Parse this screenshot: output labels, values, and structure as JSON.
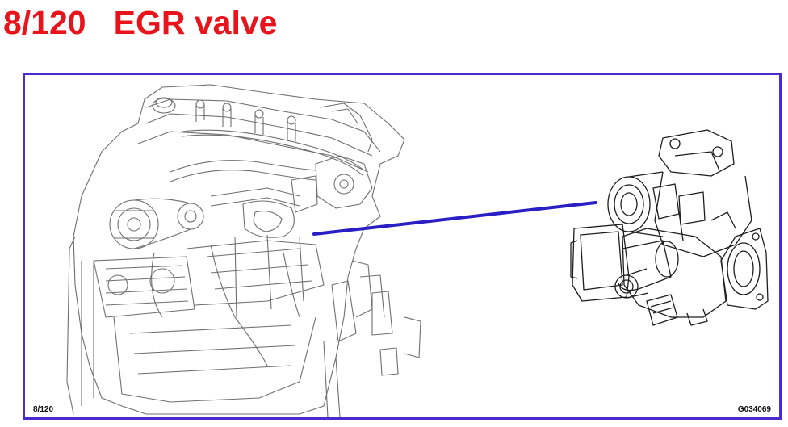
{
  "title": {
    "page_ref": "8/120",
    "heading": "EGR valve",
    "color": "#e8141b"
  },
  "figure": {
    "page_label": "8/120",
    "code_label": "G034069",
    "frame_color": "#4b2bd0",
    "leader_color": "#2a1fc4",
    "illustrations": [
      "engine-drawing",
      "egr-valve-detail-drawing"
    ]
  }
}
